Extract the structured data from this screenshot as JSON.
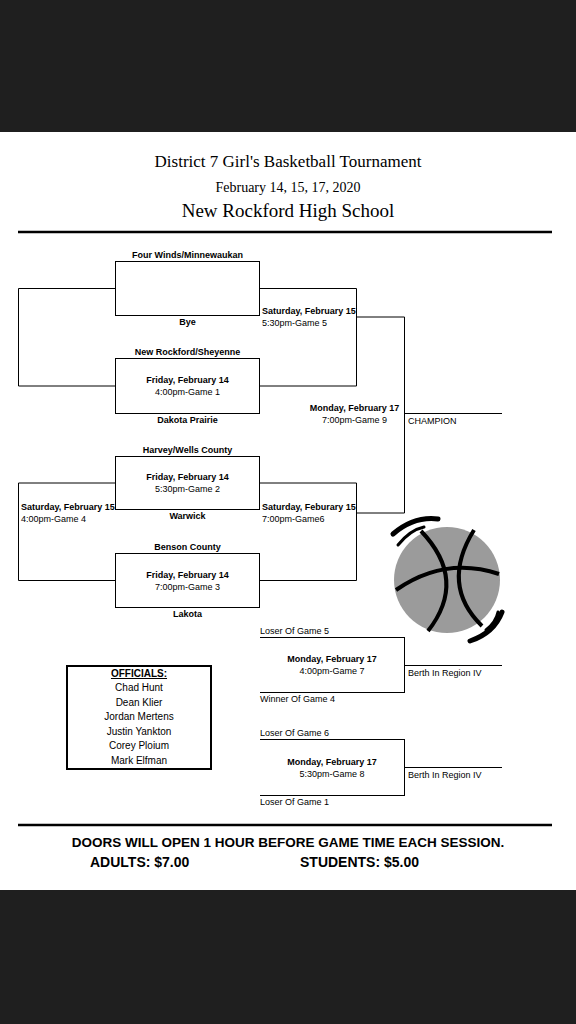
{
  "diagram": {
    "title": "District 7 Girl's Basketball Tournament",
    "nodes": [
      {
        "text": [
          "Four Winds/Minnewaukan",
          "Bye"
        ]
      },
      {
        "text": [
          "Saturday, February 15",
          "5:30pm-Game 5"
        ]
      },
      {
        "text": [
          "New Rockford/Sheyenne",
          "Friday, February 14",
          "4:00pm-Game 1",
          "Dakota Prairie"
        ]
      },
      {
        "text": [
          "Monday, February 17",
          "7:00pm-Game 9"
        ]
      },
      {
        "text": [
          "Harvey/Wells County",
          "Friday, February 14",
          "5:30pm-Game 2",
          "Warwick"
        ]
      },
      {
        "text": [
          "Saturday, February 15",
          "4:00pm-Game 4"
        ]
      },
      {
        "text": [
          "Saturday, Feburary 15",
          "7:00pm-Game6"
        ]
      },
      {
        "text": [
          "Benson County",
          "Friday, February 14",
          "7:00pm-Game 3",
          "Lakota"
        ]
      },
      {
        "text": [
          "Loser Of Game 5",
          "Monday, February 17",
          "4:00pm-Game 7",
          "Winner Of Game 4"
        ]
      },
      {
        "text": [
          "OFFICIALS:",
          "Chad Hunt",
          "Dean Klier",
          "Jordan Mertens",
          "Justin Yankton",
          "Corey Ploium",
          "Mark Elfman"
        ]
      },
      {
        "text": [
          "Loser Of Game 6",
          "Monday, February 17",
          "5:30pm-Game 8",
          "Loser Of Game 1"
        ]
      }
    ],
    "edges": [
      {
        "from": 0,
        "to": 2,
        "arrow": "none"
      },
      {
        "from": 0,
        "to": 1,
        "arrow": "none"
      },
      {
        "from": 2,
        "to": 1,
        "arrow": "none"
      },
      {
        "from": 1,
        "to": 3,
        "arrow": "none"
      },
      {
        "from": 6,
        "to": 3,
        "arrow": "none"
      },
      {
        "from": 4,
        "to": 5,
        "arrow": "none"
      },
      {
        "from": 7,
        "to": 5,
        "arrow": "none"
      },
      {
        "from": 4,
        "to": 6,
        "arrow": "none"
      },
      {
        "from": 7,
        "to": 6,
        "arrow": "none"
      }
    ],
    "labels": [
      "February 14, 15, 17, 2020",
      "New Rockford High School",
      "CHAMPION",
      "Berth In Region IV",
      "Berth In Region IV",
      "DOORS WILL OPEN 1 HOUR BEFORE GAME TIME EACH SESSION.",
      "ADULTS: $7.00",
      "STUDENTS: $5.00"
    ]
  }
}
